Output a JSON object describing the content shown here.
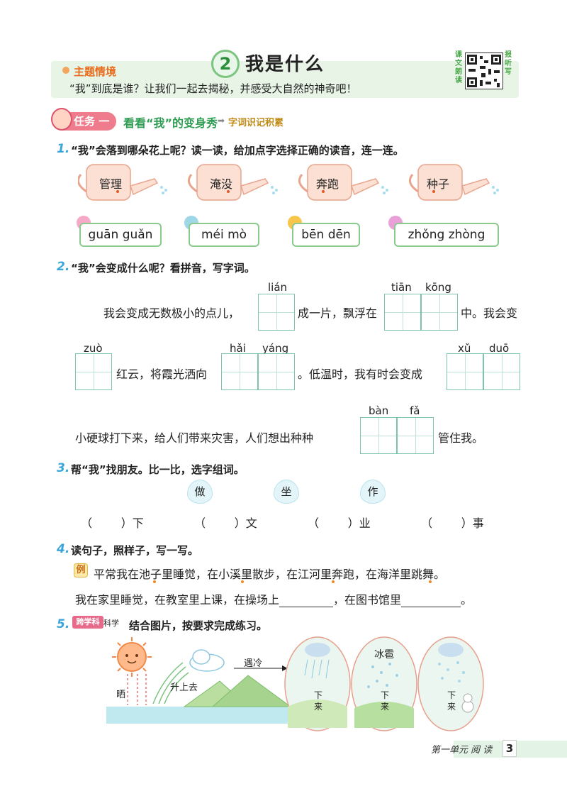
{
  "header": {
    "lesson_number": "2",
    "lesson_title": "我是什么",
    "theme_label": "主题情境",
    "theme_text": "“我”到底是谁？让我们一起去揭秘，并感受大自然的神奇吧！",
    "qr_left_text": "课文朗读",
    "qr_right_text": "报听写"
  },
  "task": {
    "badge": "任务 一",
    "title": "看看“我”的变身秀",
    "arrow": "➡",
    "subtitle": "字词识记积累"
  },
  "q1": {
    "number": "1.",
    "prompt": "“我”会落到哪朵花上呢？读一读，给加点字选择正确的读音，连一连。",
    "cans": [
      "管理",
      "淹没",
      "奔跑",
      "种子"
    ],
    "options": [
      "guān guǎn",
      "méi mò",
      "bēn dēn",
      "zhǒng zhòng"
    ]
  },
  "q2": {
    "number": "2.",
    "prompt": "“我”会变成什么呢？看拼音，写字词。",
    "line1_a": "我会变成无数极小的点儿，",
    "line1_b": "成一片，飘浮在",
    "line1_c": "中。我会变",
    "py_lian": "lián",
    "py_tian": "tiān",
    "py_kong": "kōng",
    "py_zuo": "zuò",
    "line2_a": "红云，将霞光洒向",
    "py_hai": "hǎi",
    "py_yang": "yáng",
    "line2_b": "。低温时，我有时会变成",
    "py_xu": "xǔ",
    "py_duo": "duō",
    "py_ban": "bàn",
    "py_fa": "fǎ",
    "line3_a": "小硬球打下来，给人们带来灾害，人们想出种种",
    "line3_b": "管住我。"
  },
  "q3": {
    "number": "3.",
    "prompt": "帮“我”找朋友。比一比，选字组词。",
    "chars": [
      "做",
      "坐",
      "作"
    ],
    "blanks": [
      "下",
      "文",
      "业",
      "事"
    ]
  },
  "q4": {
    "number": "4.",
    "prompt": "读句子，照样子，写一写。",
    "example_badge": "例",
    "example": "平常我在池子里睡觉，在小溪里散步，在江河里奔跑，在海洋里跳舞。",
    "task_a": "我在家里睡觉，在教室里上课，在操场上",
    "task_b": "，在图书馆里",
    "task_c": "。"
  },
  "q5": {
    "number": "5.",
    "badge": "跨学科",
    "badge_sub": "科学",
    "prompt": "结合图片，按要求完成练习。",
    "label_shai": "晒",
    "label_up": "升上去",
    "label_cold": "遇冷",
    "label_hail": "冰雹",
    "down_labels": [
      "下来",
      "下来",
      "下来"
    ]
  },
  "footer": {
    "unit": "第一单元  阅  读",
    "page": "3"
  }
}
